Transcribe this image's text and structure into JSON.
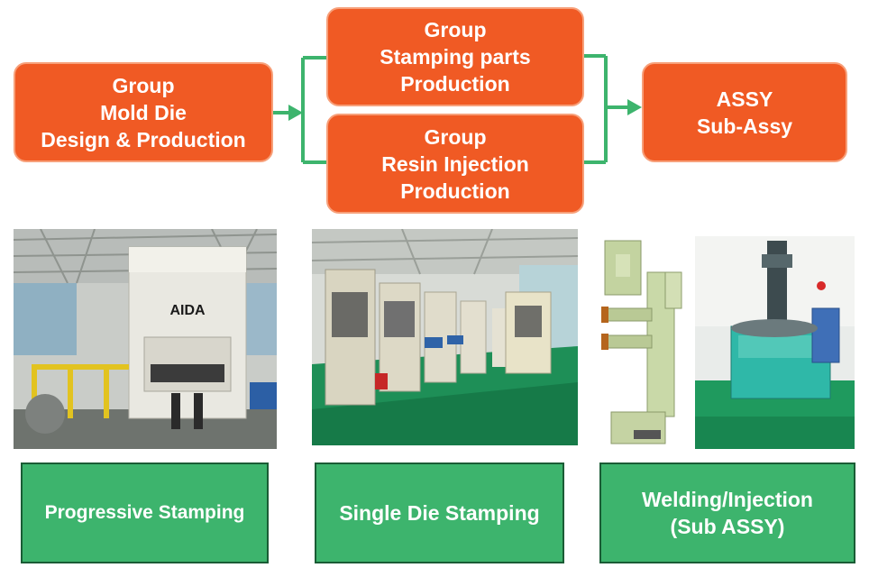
{
  "flow": {
    "mold": [
      "Group",
      "Mold Die",
      "Design & Production"
    ],
    "stamping": [
      "Group",
      "Stamping parts",
      "Production"
    ],
    "resin": [
      "Group",
      "Resin Injection",
      "Production"
    ],
    "assy": [
      "ASSY",
      "Sub-Assy"
    ]
  },
  "photos": {
    "progressive_press_brand": "AIDA"
  },
  "labels": {
    "progressive": "Progressive Stamping",
    "single": "Single Die Stamping",
    "welding": [
      "Welding/Injection",
      "(Sub ASSY)"
    ]
  },
  "colors": {
    "node_fill": "#f05a24",
    "connector": "#3db46d",
    "label_fill": "#3db46d",
    "label_border": "#1a5c35"
  }
}
